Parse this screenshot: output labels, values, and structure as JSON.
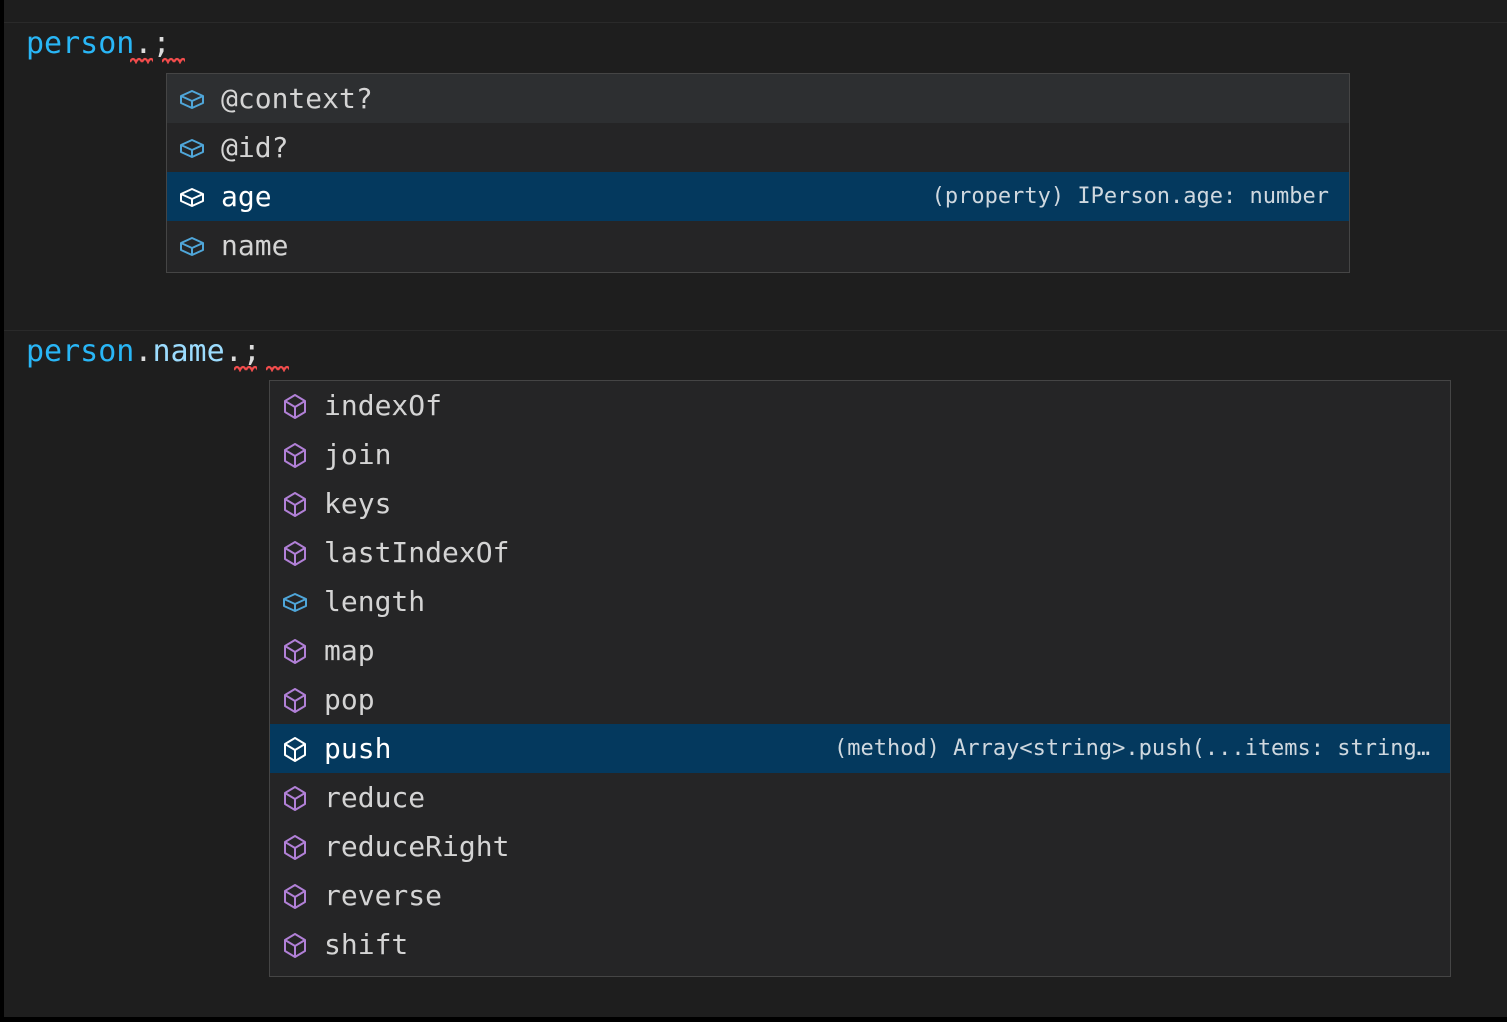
{
  "theme": {
    "editor_background": "#1e1e1e",
    "widget_background": "#252526",
    "widget_border": "#454545",
    "selection_background": "#04395e",
    "hover_background": "#2d2f31",
    "text_color": "#d4d4d4",
    "variable_color": "#29b6f6",
    "property_color": "#9cdcfe",
    "error_squiggle_color": "#f14c4c",
    "icon_property_color": "#4fa6d9",
    "icon_method_color": "#b180d7"
  },
  "panes": [
    {
      "id": "pane-person",
      "code": {
        "variable": "person",
        "dot": ".",
        "semicolon": ";"
      },
      "suggest": {
        "items": [
          {
            "label": "@context?",
            "icon": "property-cube-icon",
            "icon_kind": "property",
            "detail": "",
            "state": "hovered"
          },
          {
            "label": "@id?",
            "icon": "property-cube-icon",
            "icon_kind": "property",
            "detail": "",
            "state": "normal"
          },
          {
            "label": "age",
            "icon": "property-cube-icon",
            "icon_kind": "property",
            "detail": "(property) IPerson.age: number",
            "state": "focused"
          },
          {
            "label": "name",
            "icon": "property-cube-icon",
            "icon_kind": "property",
            "detail": "",
            "state": "normal"
          }
        ]
      }
    },
    {
      "id": "pane-person-name",
      "code": {
        "variable": "person",
        "dot": ".",
        "property": "name",
        "dot2": ".",
        "semicolon": ";"
      },
      "suggest": {
        "items": [
          {
            "label": "indexOf",
            "icon": "method-cube-icon",
            "icon_kind": "method",
            "detail": "",
            "state": "normal"
          },
          {
            "label": "join",
            "icon": "method-cube-icon",
            "icon_kind": "method",
            "detail": "",
            "state": "normal"
          },
          {
            "label": "keys",
            "icon": "method-cube-icon",
            "icon_kind": "method",
            "detail": "",
            "state": "normal"
          },
          {
            "label": "lastIndexOf",
            "icon": "method-cube-icon",
            "icon_kind": "method",
            "detail": "",
            "state": "normal"
          },
          {
            "label": "length",
            "icon": "property-cube-icon",
            "icon_kind": "property",
            "detail": "",
            "state": "normal"
          },
          {
            "label": "map",
            "icon": "method-cube-icon",
            "icon_kind": "method",
            "detail": "",
            "state": "normal"
          },
          {
            "label": "pop",
            "icon": "method-cube-icon",
            "icon_kind": "method",
            "detail": "",
            "state": "normal"
          },
          {
            "label": "push",
            "icon": "method-cube-icon",
            "icon_kind": "method",
            "detail": "(method) Array<string>.push(...items: string…",
            "state": "focused"
          },
          {
            "label": "reduce",
            "icon": "method-cube-icon",
            "icon_kind": "method",
            "detail": "",
            "state": "normal"
          },
          {
            "label": "reduceRight",
            "icon": "method-cube-icon",
            "icon_kind": "method",
            "detail": "",
            "state": "normal"
          },
          {
            "label": "reverse",
            "icon": "method-cube-icon",
            "icon_kind": "method",
            "detail": "",
            "state": "normal"
          },
          {
            "label": "shift",
            "icon": "method-cube-icon",
            "icon_kind": "method",
            "detail": "",
            "state": "normal"
          }
        ]
      }
    }
  ]
}
